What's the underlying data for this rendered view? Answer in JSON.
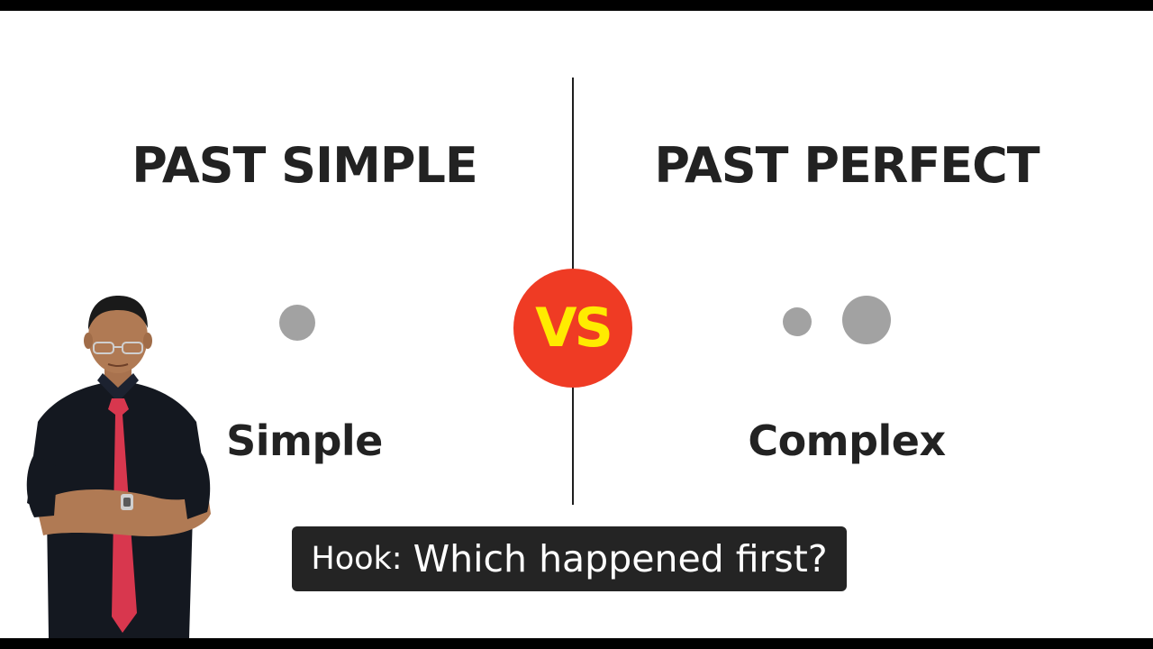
{
  "left": {
    "heading": "PAST SIMPLE",
    "label": "Simple"
  },
  "right": {
    "heading": "PAST PERFECT",
    "label": "Complex"
  },
  "badge": {
    "text": "VS"
  },
  "caption": {
    "label": "Hook:",
    "question": "Which happened first?"
  },
  "colors": {
    "badge_background": "#ef3b24",
    "badge_text": "#ffeb00",
    "dot": "#a2a2a2",
    "caption_background": "#242424",
    "heading_text": "#222222"
  }
}
